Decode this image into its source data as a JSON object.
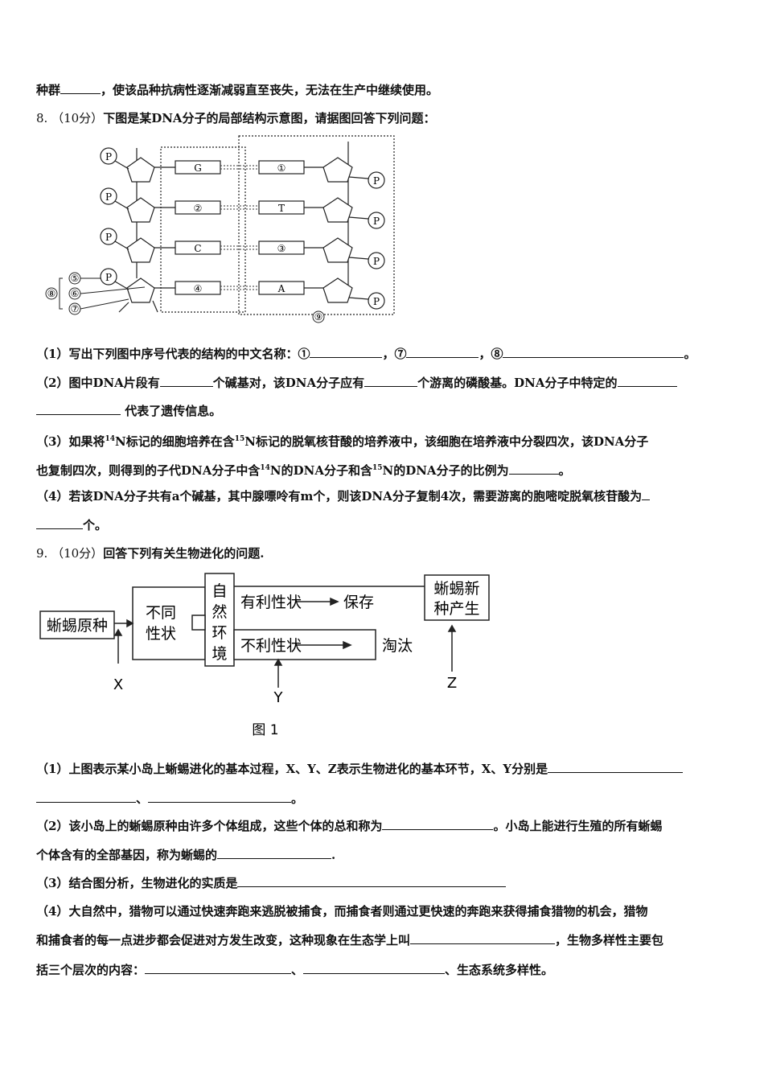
{
  "prev_tail": {
    "a": "种群",
    "b": "，使该品种抗病性逐渐减弱直至丧失，无法在生产中继续使用。"
  },
  "q8": {
    "number": "8.",
    "score": "（10分）",
    "stem": "下图是某DNA分子的局部结构示意图，请据图回答下列问题：",
    "diagram": {
      "phosphate": "P",
      "bases_left": [
        "G",
        "②",
        "C",
        "④"
      ],
      "bases_right": [
        "①",
        "T",
        "③",
        "A"
      ],
      "labels": {
        "n5": "⑤",
        "n6": "⑥",
        "n7": "⑦",
        "n8": "⑧",
        "n9": "⑨"
      }
    },
    "sub1": {
      "label": "（1）",
      "text": "写出下列图中序号代表的结构的中文名称：①",
      "sep1": "，⑦",
      "sep2": "，⑧",
      "end": "。"
    },
    "sub2": {
      "label": "（2）",
      "a": "图中DNA片段有",
      "b": "个碱基对，该DNA分子应有",
      "c": "个游离的磷酸基。DNA分子中特定的",
      "d": "代表了遗传信息。"
    },
    "sub3": {
      "label": "（3）",
      "a": "如果将",
      "sup14": "14",
      "b": "N标记的细胞培养在含",
      "sup15": "15",
      "c": "N标记的脱氧核苷酸的培养液中，该细胞在培养液中分裂四次，该DNA分子",
      "d": "也复制四次，则得到的子代DNA分子中含",
      "e": "N的DNA分子和含",
      "f": "N的DNA分子的比例为",
      "end": "。"
    },
    "sub4": {
      "label": "（4）",
      "a": "若该DNA分子共有a个碱基，其中腺嘌呤有m个，则该DNA分子复制4次，需要游离的胞嘧啶脱氧核苷酸为",
      "b": "个。"
    }
  },
  "q9": {
    "number": "9.",
    "score": "（10分）",
    "stem": "回答下列有关生物进化的问题.",
    "figure": {
      "origin": "蜥蜴原种",
      "traits": [
        "不同",
        "性状"
      ],
      "env": [
        "自",
        "然",
        "环",
        "境"
      ],
      "good": "有利性状",
      "keep": "保存",
      "bad": "不利性状",
      "out": "淘汰",
      "new": [
        "蜥蜴新",
        "种产生"
      ],
      "x": "X",
      "y": "Y",
      "z": "Z",
      "caption": "图 1"
    },
    "sub1": {
      "label": "（1）",
      "a": "上图表示某小岛上蜥蜴进化的基本过程，X、Y、Z表示生物进化的基本环节，X、Y分别是",
      "sep": "、",
      "end": "。"
    },
    "sub2": {
      "label": "（2）",
      "a": "该小岛上的蜥蜴原种由许多个体组成，这些个体的总和称为",
      "b": "。小岛上能进行生殖的所有蜥蜴",
      "c": "个体含有的全部基因，称为蜥蜴的",
      "end": "."
    },
    "sub3": {
      "label": "（3）",
      "a": "结合图分析，生物进化的实质是"
    },
    "sub4": {
      "label": "（4）",
      "a": "大自然中，猎物可以通过快速奔跑来逃脱被捕食，而捕食者则通过更快速的奔跑来获得捕食猎物的机会，猎物",
      "b": "和捕食者的每一点进步都会促进对方发生改变，这种现象在生态学上叫",
      "c": "，生物多样性主要包",
      "d": "括三个层次的内容：",
      "sep": "、",
      "e": "、生态系统多样性。"
    }
  }
}
